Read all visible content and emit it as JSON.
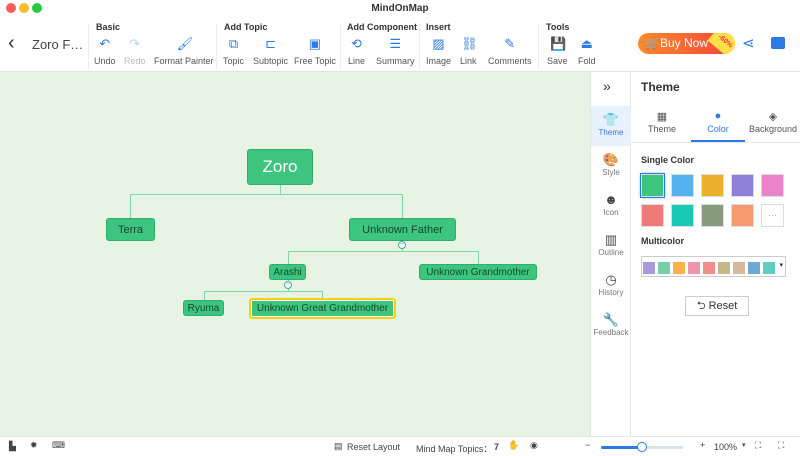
{
  "window": {
    "title": "MindOnMap"
  },
  "toolbar": {
    "back_label": "Zoro F…",
    "groups": {
      "basic": "Basic",
      "add_topic": "Add Topic",
      "add_component": "Add Component",
      "insert": "Insert",
      "tools": "Tools"
    },
    "buttons": {
      "undo": "Undo",
      "redo": "Redo",
      "format_painter": "Format Painter",
      "topic": "Topic",
      "subtopic": "Subtopic",
      "free_topic": "Free Topic",
      "line": "Line",
      "summary": "Summary",
      "image": "Image",
      "link": "Link",
      "comments": "Comments",
      "save": "Save",
      "fold": "Fold"
    },
    "buy_now": "Buy Now",
    "discount": "-60%"
  },
  "mindmap": {
    "root": "Zoro",
    "nodes": {
      "terra": "Terra",
      "father": "Unknown Father",
      "arashi": "Arashi",
      "grandmother": "Unknown Grandmother",
      "ryuma": "Ryuma",
      "great_grandmother": "Unknown Great Grandmother"
    },
    "selected": "Unknown Great Grandmother"
  },
  "sidebar": {
    "items": [
      {
        "label": "Theme"
      },
      {
        "label": "Style"
      },
      {
        "label": "Icon"
      },
      {
        "label": "Outline"
      },
      {
        "label": "History"
      },
      {
        "label": "Feedback"
      }
    ]
  },
  "panel": {
    "title": "Theme",
    "tabs": [
      {
        "label": "Theme"
      },
      {
        "label": "Color"
      },
      {
        "label": "Background"
      }
    ],
    "active_tab": "Color",
    "single_color_label": "Single Color",
    "single_colors": [
      "#3dc47e",
      "#57b0ef",
      "#ebb02c",
      "#8e7fd8",
      "#ec82c8",
      "#f07a7a",
      "#18c9b4",
      "#879a7c",
      "#f49a6c"
    ],
    "more": "···",
    "multicolor_label": "Multicolor",
    "multicolors": [
      "#a89ad8",
      "#78d0a8",
      "#ffb24a",
      "#ee94b0",
      "#f38c8c",
      "#c2b88a",
      "#d8b89a",
      "#6ea8d8",
      "#62cbc2"
    ],
    "reset": "Reset"
  },
  "status": {
    "reset_layout": "Reset Layout",
    "topics_label": "Mind Map Topics：",
    "topics_count": "7",
    "zoom": "100%",
    "zoom_level": 0.5,
    "minus": "−",
    "plus": "+"
  }
}
